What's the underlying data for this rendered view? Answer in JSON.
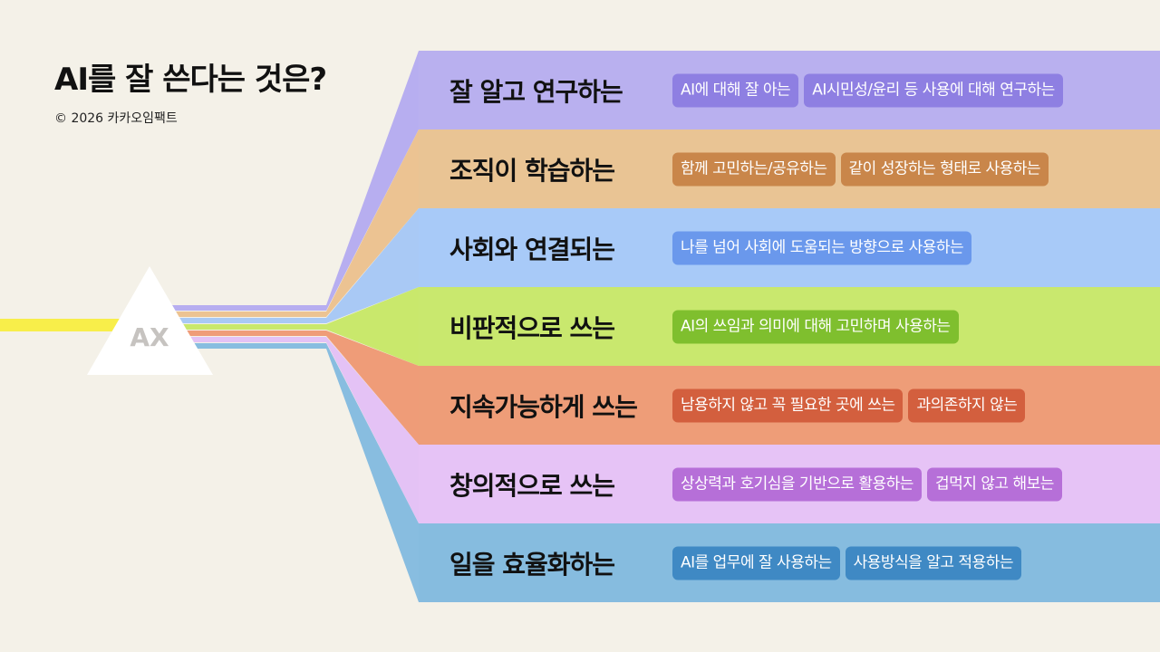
{
  "title": "AI를 잘 쓴다는 것은?",
  "copyright": "© 2026 카카오임팩트",
  "prism": {
    "label": "AX",
    "beam_color": "#f8ee4a"
  },
  "bands": [
    {
      "title": "잘 알고 연구하는",
      "color": "#b9b0ef",
      "ray": "#b7aef0",
      "tag_color": "#8e7fe2",
      "tags": [
        "AI에 대해 잘 아는",
        "AI시민성/윤리 등 사용에 대해 연구하는"
      ]
    },
    {
      "title": "조직이 학습하는",
      "color": "#e9c494",
      "ray": "#ecc392",
      "tag_color": "#c9864a",
      "tags": [
        "함께 고민하는/공유하는",
        "같이 성장하는 형태로 사용하는"
      ]
    },
    {
      "title": "사회와 연결되는",
      "color": "#a8caf8",
      "ray": "#a9c9f5",
      "tag_color": "#6a98ec",
      "tags": [
        "나를 넘어 사회에 도움되는 방향으로 사용하는"
      ]
    },
    {
      "title": "비판적으로 쓰는",
      "color": "#c9e86e",
      "ray": "#c9e86c",
      "tag_color": "#7fbf2e",
      "tags": [
        "AI의 쓰임과 의미에 대해 고민하며 사용하는"
      ]
    },
    {
      "title": "지속가능하게 쓰는",
      "color": "#ee9d78",
      "ray": "#ef9c78",
      "tag_color": "#d35f3e",
      "tags": [
        "남용하지 않고 꼭 필요한 곳에 쓰는",
        "과의존하지 않는"
      ]
    },
    {
      "title": "창의적으로 쓰는",
      "color": "#e6c3f6",
      "ray": "#e4c2f5",
      "tag_color": "#b66fd8",
      "tags": [
        "상상력과 호기심을 기반으로 활용하는",
        "겁먹지 않고 해보는"
      ]
    },
    {
      "title": "일을 효율화하는",
      "color": "#86bcdf",
      "ray": "#88bde0",
      "tag_color": "#3f89c4",
      "tags": [
        "AI를 업무에 잘 사용하는",
        "사용방식을 알고 적용하는"
      ]
    }
  ]
}
